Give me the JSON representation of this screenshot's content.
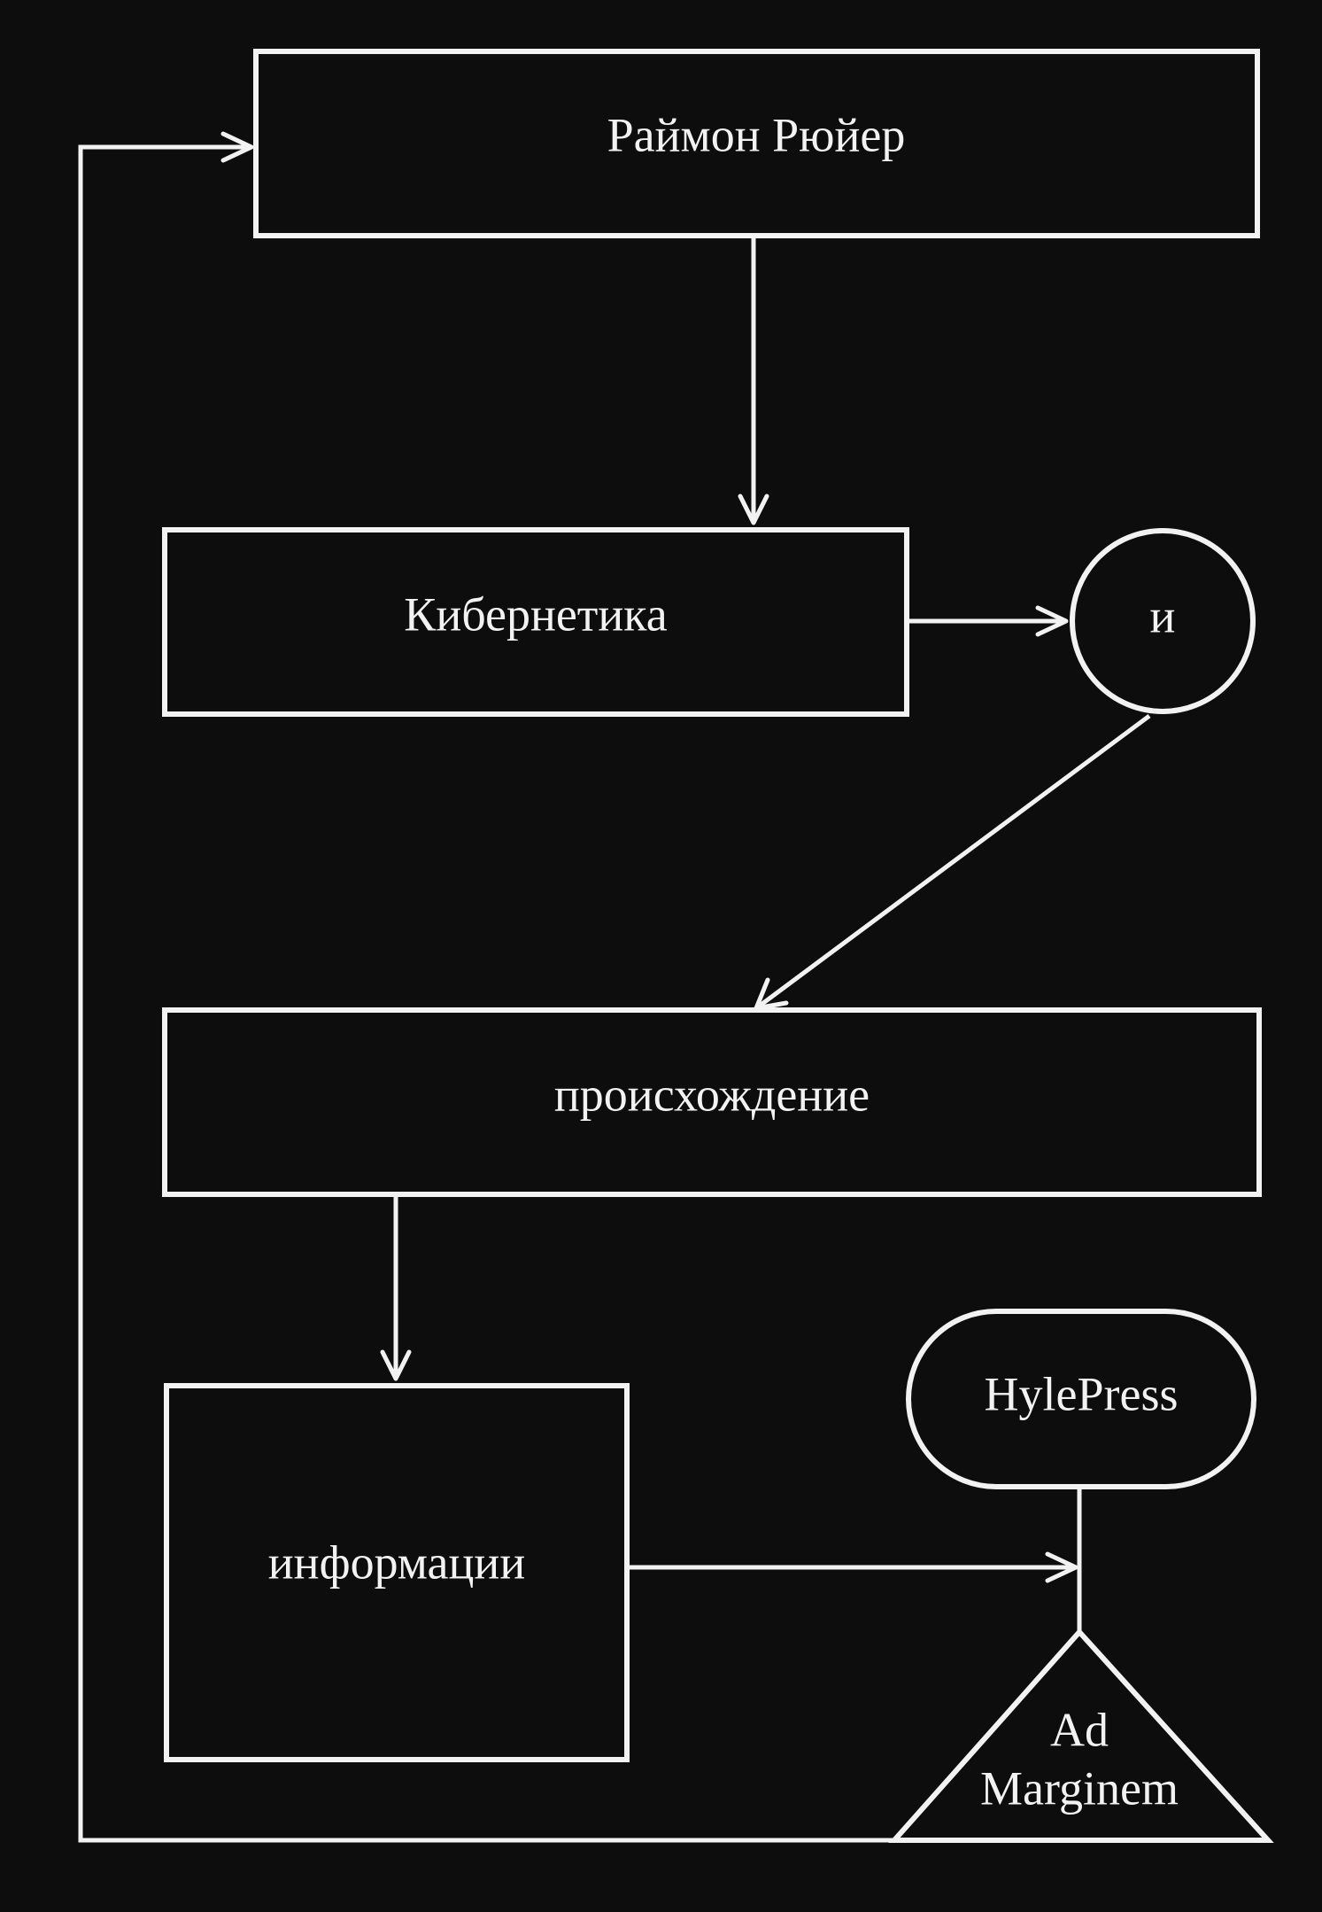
{
  "colors": {
    "background": "#0d0d0d",
    "foreground": "#f2f2f2"
  },
  "nodes": {
    "author": "Раймон Рюйер",
    "cybernetics": "Кибернетика",
    "conjunction": "и",
    "origin": "происхождение",
    "information": "информации",
    "publisher_1": "HylePress",
    "publisher_2_line_1": "Ad",
    "publisher_2_line_2": "Marginem"
  }
}
